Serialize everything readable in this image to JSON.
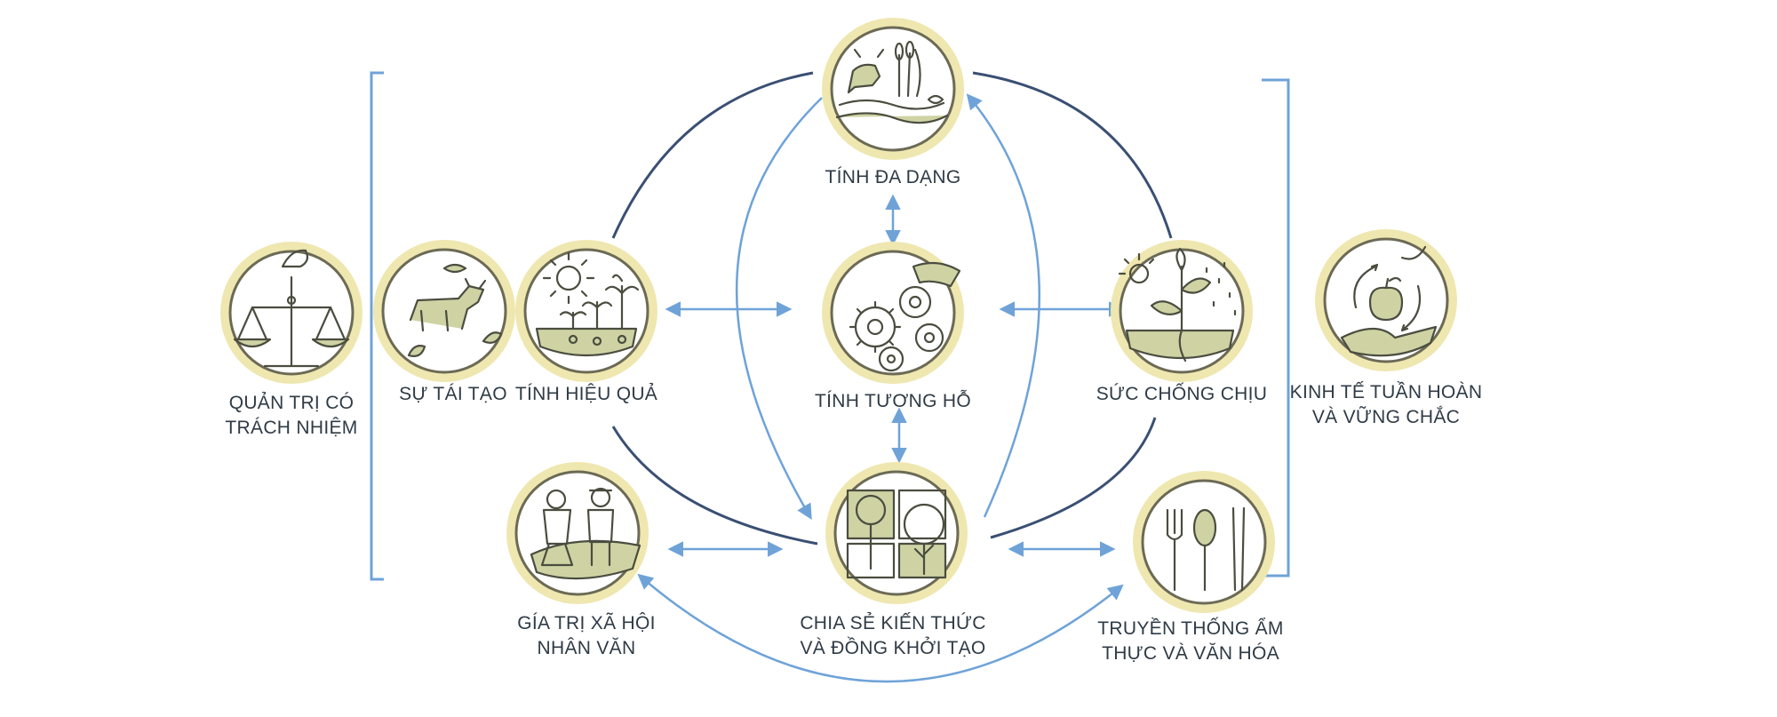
{
  "colors": {
    "dark_arc": "#3a4f73",
    "light_arrow": "#6fa3d8",
    "bracket": "#6fa3d8",
    "badge_outer": "#efe7b0",
    "badge_ring": "#6b6a55",
    "badge_fill": "#ffffff",
    "icon_line": "#4a4d3f",
    "icon_fill": "#cfd3a4",
    "text": "#2f3b46"
  },
  "nodes": {
    "diversity": {
      "label": "TÍNH ĐA DẠNG",
      "icon": "landscape-animal-plant-icon"
    },
    "synergy": {
      "label": "TÍNH TƯƠNG HỖ",
      "icon": "gears-icon"
    },
    "efficiency": {
      "label": "TÍNH HIỆU QUẢ",
      "icon": "sun-seedlings-icon"
    },
    "recycling": {
      "label": "SỰ TÁI TẠO",
      "icon": "cow-leaves-icon"
    },
    "governance": {
      "label_line1": "QUẢN TRỊ CÓ",
      "label_line2": "TRÁCH NHIỆM",
      "icon": "balance-scale-icon"
    },
    "resilience": {
      "label": "SỨC CHỐNG CHỊU",
      "icon": "plant-rain-icon"
    },
    "circular_economy": {
      "label_line1": "KINH TẾ TUẦN HOÀN",
      "label_line2": "VÀ VỮNG CHẮC",
      "icon": "hand-apple-cycle-icon"
    },
    "human_values": {
      "label_line1": "GÍA TRỊ XÃ HỘI",
      "label_line2": "NHÂN VĂN",
      "icon": "farmers-icon"
    },
    "cocreation": {
      "label_line1": "CHIA SẺ KIẾN THỨC",
      "label_line2": "VÀ ĐỒNG KHỞI TẠO",
      "icon": "trees-puzzle-icon"
    },
    "tradition": {
      "label_line1": "TRUYỀN THỐNG ẨM",
      "label_line2": "THỰC VÀ VĂN HÓA",
      "icon": "fork-spoon-chopsticks-icon"
    }
  }
}
